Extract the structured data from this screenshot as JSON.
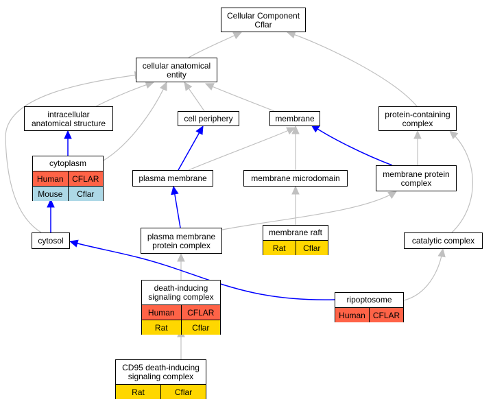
{
  "colors": {
    "human": "#ff6347",
    "mouse": "#add8e6",
    "rat": "#ffd700",
    "is_a_edge": "#c0c0c0",
    "part_of_edge": "#0000ff"
  },
  "nodes": {
    "root": {
      "label": "Cellular Component\nCflar"
    },
    "cae": {
      "label": "cellular anatomical\nentity"
    },
    "ias": {
      "label": "intracellular\nanatomical structure"
    },
    "cell_periphery": {
      "label": "cell periphery"
    },
    "membrane": {
      "label": "membrane"
    },
    "pcc": {
      "label": "protein-containing\ncomplex"
    },
    "cytoplasm": {
      "label": "cytoplasm",
      "rows": [
        [
          {
            "text": "Human",
            "species": "human"
          },
          {
            "text": "CFLAR",
            "species": "human"
          }
        ],
        [
          {
            "text": "Mouse",
            "species": "mouse"
          },
          {
            "text": "Cflar",
            "species": "mouse"
          }
        ]
      ]
    },
    "plasma_membrane": {
      "label": "plasma membrane"
    },
    "membrane_microdomain": {
      "label": "membrane microdomain"
    },
    "mpc": {
      "label": "membrane protein\ncomplex"
    },
    "cytosol": {
      "label": "cytosol"
    },
    "pmpc": {
      "label": "plasma membrane\nprotein complex"
    },
    "membrane_raft": {
      "label": "membrane raft",
      "rows": [
        [
          {
            "text": "Rat",
            "species": "rat"
          },
          {
            "text": "Cflar",
            "species": "rat"
          }
        ]
      ]
    },
    "catalytic_complex": {
      "label": "catalytic complex"
    },
    "disc": {
      "label": "death-inducing\nsignaling complex",
      "rows": [
        [
          {
            "text": "Human",
            "species": "human"
          },
          {
            "text": "CFLAR",
            "species": "human"
          }
        ],
        [
          {
            "text": "Rat",
            "species": "rat"
          },
          {
            "text": "Cflar",
            "species": "rat"
          }
        ]
      ]
    },
    "ripoptosome": {
      "label": "ripoptosome",
      "rows": [
        [
          {
            "text": "Human",
            "species": "human"
          },
          {
            "text": "CFLAR",
            "species": "human"
          }
        ]
      ]
    },
    "cd95_disc": {
      "label": "CD95 death-inducing\nsignaling complex",
      "rows": [
        [
          {
            "text": "Rat",
            "species": "rat"
          },
          {
            "text": "Cflar",
            "species": "rat"
          }
        ]
      ]
    }
  },
  "edges": [
    {
      "from": "cae",
      "to": "root",
      "type": "is_a"
    },
    {
      "from": "pcc",
      "to": "root",
      "type": "is_a"
    },
    {
      "from": "ias",
      "to": "cae",
      "type": "is_a"
    },
    {
      "from": "cell_periphery",
      "to": "cae",
      "type": "is_a"
    },
    {
      "from": "membrane",
      "to": "cae",
      "type": "is_a"
    },
    {
      "from": "cytoplasm",
      "to": "cae",
      "type": "is_a"
    },
    {
      "from": "cytosol",
      "to": "cae",
      "type": "is_a"
    },
    {
      "from": "cytoplasm",
      "to": "ias",
      "type": "part_of"
    },
    {
      "from": "plasma_membrane",
      "to": "cell_periphery",
      "type": "part_of"
    },
    {
      "from": "plasma_membrane",
      "to": "membrane",
      "type": "is_a"
    },
    {
      "from": "membrane_microdomain",
      "to": "membrane",
      "type": "is_a"
    },
    {
      "from": "mpc",
      "to": "membrane",
      "type": "part_of"
    },
    {
      "from": "mpc",
      "to": "pcc",
      "type": "is_a"
    },
    {
      "from": "cytosol",
      "to": "cytoplasm",
      "type": "part_of"
    },
    {
      "from": "pmpc",
      "to": "plasma_membrane",
      "type": "part_of"
    },
    {
      "from": "pmpc",
      "to": "mpc",
      "type": "is_a"
    },
    {
      "from": "membrane_raft",
      "to": "membrane_microdomain",
      "type": "is_a"
    },
    {
      "from": "catalytic_complex",
      "to": "pcc",
      "type": "is_a"
    },
    {
      "from": "disc",
      "to": "pmpc",
      "type": "is_a"
    },
    {
      "from": "ripoptosome",
      "to": "cytosol",
      "type": "part_of"
    },
    {
      "from": "ripoptosome",
      "to": "catalytic_complex",
      "type": "is_a"
    },
    {
      "from": "cd95_disc",
      "to": "disc",
      "type": "is_a"
    }
  ]
}
